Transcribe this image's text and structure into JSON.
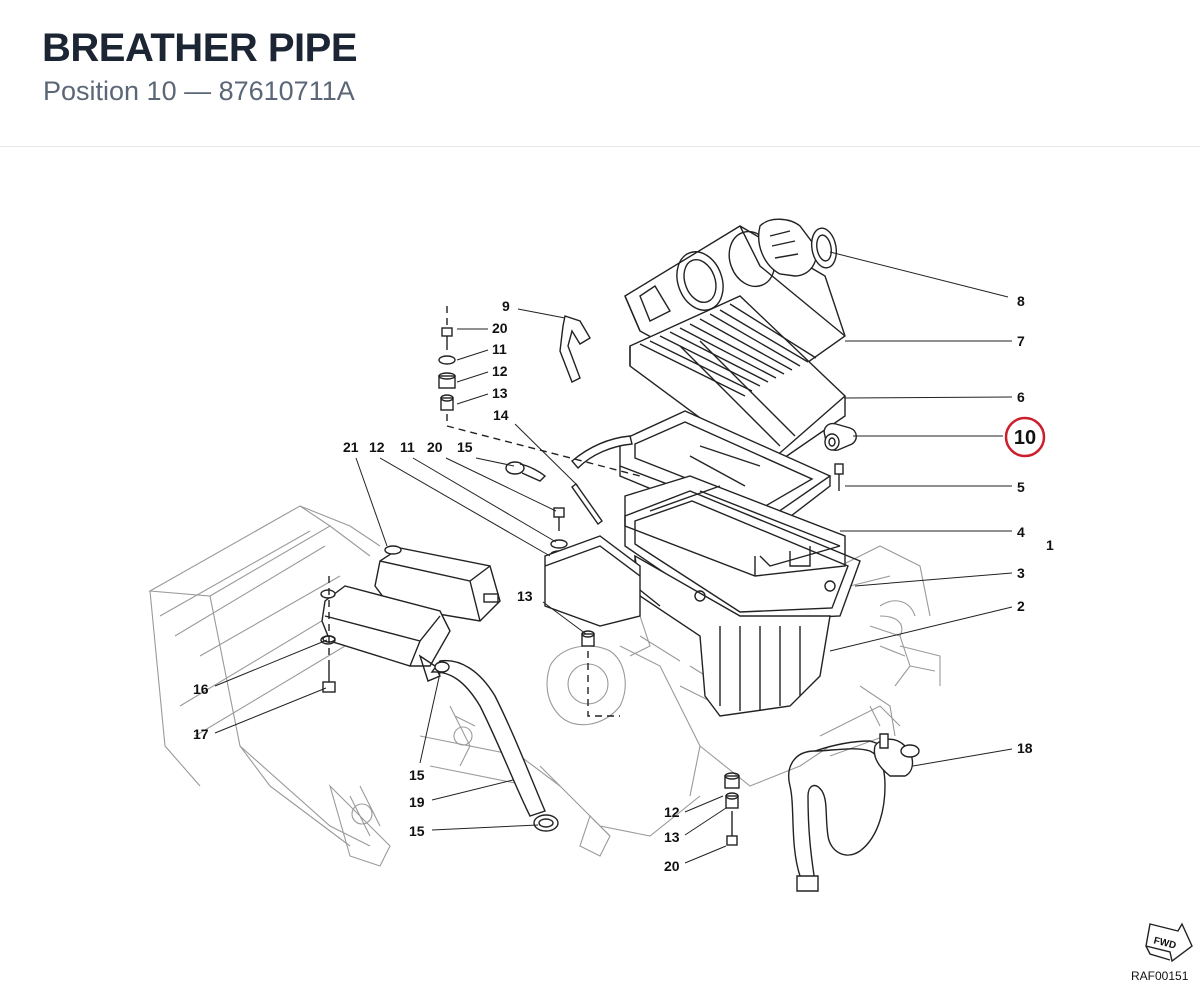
{
  "header": {
    "title": "BREATHER PIPE",
    "subtitle": "Position 10 — 87610711A"
  },
  "diagram": {
    "highlight_label": "10",
    "highlight_color": "#cc1f2d",
    "callouts": {
      "c8": "8",
      "c7": "7",
      "c6": "6",
      "c5": "5",
      "c4": "4",
      "c3": "3",
      "c2": "2",
      "c1": "1",
      "c18": "18",
      "c9": "9",
      "c20a": "20",
      "c11a": "11",
      "c12a": "12",
      "c13a": "13",
      "c14": "14",
      "c21": "21",
      "c12b": "12",
      "c11b": "11",
      "c20b": "20",
      "c15a": "15",
      "c13b": "13",
      "c16": "16",
      "c17": "17",
      "c15b": "15",
      "c19": "19",
      "c15c": "15",
      "c12c": "12",
      "c13c": "13",
      "c20c": "20"
    },
    "forward_label": "FWD",
    "reference_code": "RAF00151"
  }
}
